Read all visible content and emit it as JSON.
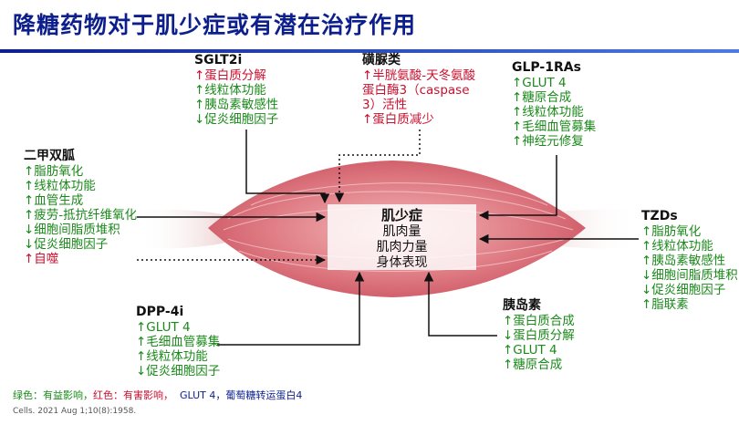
{
  "title": "降糖药物对于肌少症或有潜在治疗作用",
  "colors": {
    "good": "#1a8a1a",
    "bad": "#c8102e",
    "neutral": "#0d1f8c",
    "title": "#0d1f8c"
  },
  "center": {
    "title": "肌少症",
    "lines": [
      "肌肉量",
      "肌肉力量",
      "身体表现"
    ]
  },
  "blocks": {
    "metformin": {
      "head": "二甲双胍",
      "lines": [
        {
          "text": "↑脂肪氧化",
          "color": "good"
        },
        {
          "text": "↑线粒体功能",
          "color": "good"
        },
        {
          "text": "↑血管生成",
          "color": "good"
        },
        {
          "text": "↑疲劳-抵抗纤维氧化",
          "color": "good"
        },
        {
          "text": "↓细胞间脂质堆积",
          "color": "good"
        },
        {
          "text": "↓促炎细胞因子",
          "color": "good"
        },
        {
          "text": "↑自噬",
          "color": "bad"
        }
      ]
    },
    "sglt2i": {
      "head": "SGLT2i",
      "lines": [
        {
          "text": "↑蛋白质分解",
          "color": "bad"
        },
        {
          "text": "↑线粒体功能",
          "color": "good"
        },
        {
          "text": "↑胰岛素敏感性",
          "color": "good"
        },
        {
          "text": "↓促炎细胞因子",
          "color": "good"
        }
      ]
    },
    "sulfonylurea": {
      "head": "磺脲类",
      "lines": [
        {
          "text": "↑半胱氨酸-天冬氨酸",
          "color": "bad"
        },
        {
          "text": "蛋白酶3（caspase",
          "color": "bad"
        },
        {
          "text": "3）活性",
          "color": "bad"
        },
        {
          "text": "↑蛋白质减少",
          "color": "bad"
        }
      ]
    },
    "glp1": {
      "head": "GLP-1RAs",
      "lines": [
        {
          "text": "↑GLUT 4",
          "color": "good"
        },
        {
          "text": "↑糖原合成",
          "color": "good"
        },
        {
          "text": "↑线粒体功能",
          "color": "good"
        },
        {
          "text": "↑毛细血管募集",
          "color": "good"
        },
        {
          "text": "↑神经元修复",
          "color": "good"
        }
      ]
    },
    "tzds": {
      "head": "TZDs",
      "lines": [
        {
          "text": "↑脂肪氧化",
          "color": "good"
        },
        {
          "text": "↑线粒体功能",
          "color": "good"
        },
        {
          "text": "↑胰岛素敏感性",
          "color": "good"
        },
        {
          "text": "↓细胞间脂质堆积",
          "color": "good"
        },
        {
          "text": "↓促炎细胞因子",
          "color": "good"
        },
        {
          "text": "↑脂联素",
          "color": "good"
        }
      ]
    },
    "dpp4i": {
      "head": "DPP-4i",
      "lines": [
        {
          "text": "↑GLUT 4",
          "color": "good"
        },
        {
          "text": "↑毛细血管募集",
          "color": "good"
        },
        {
          "text": "↑线粒体功能",
          "color": "good"
        },
        {
          "text": "↓促炎细胞因子",
          "color": "good"
        }
      ]
    },
    "insulin": {
      "head": "胰岛素",
      "lines": [
        {
          "text": "↑蛋白质合成",
          "color": "good"
        },
        {
          "text": "↓蛋白质分解",
          "color": "good"
        },
        {
          "text": "↑GLUT 4",
          "color": "good"
        },
        {
          "text": "↑糖原合成",
          "color": "good"
        }
      ]
    }
  },
  "legend": {
    "good": "绿色：有益影响，",
    "bad": "红色：有害影响，",
    "glut": "GLUT 4，葡萄糖转运蛋白4"
  },
  "citation": "Cells. 2021 Aug 1;10(8):1958."
}
